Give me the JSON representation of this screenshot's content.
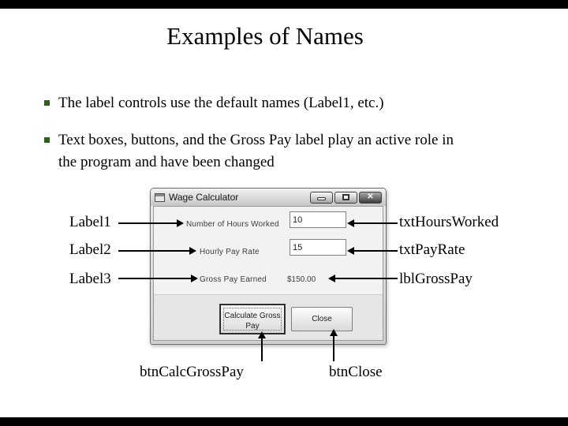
{
  "slide": {
    "title": "Examples of Names",
    "bullets": [
      "The label controls use the default names (Label1, etc.)",
      "Text boxes, buttons, and the Gross Pay label play an active role in the program and have been changed"
    ]
  },
  "window": {
    "title": "Wage Calculator",
    "caption_buttons": {
      "close_glyph": "✕"
    },
    "rows": [
      {
        "label": "Number of Hours Worked",
        "value": "10"
      },
      {
        "label": "Hourly Pay Rate",
        "value": "15"
      },
      {
        "label": "Gross Pay Earned",
        "value": "$150.00"
      }
    ],
    "buttons": {
      "calculate": "Calculate Gross Pay",
      "close": "Close"
    }
  },
  "annotations": {
    "left": [
      "Label1",
      "Label2",
      "Label3"
    ],
    "right": [
      "txtHoursWorked",
      "txtPayRate",
      "lblGrossPay"
    ],
    "bottom": [
      "btnCalcGrossPay",
      "btnClose"
    ]
  },
  "colors": {
    "bullet_square": "#2e5e20",
    "arrow": "#000000"
  }
}
